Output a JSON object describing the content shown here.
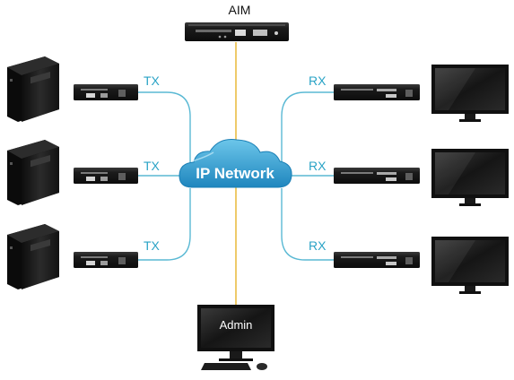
{
  "diagram": {
    "aim_label": "AIM",
    "network_label": "IP Network",
    "admin_label": "Admin",
    "transmitters": [
      {
        "label": "TX"
      },
      {
        "label": "TX"
      },
      {
        "label": "TX"
      }
    ],
    "receivers": [
      {
        "label": "RX"
      },
      {
        "label": "RX"
      },
      {
        "label": "RX"
      }
    ],
    "colors": {
      "tx_rx_link": "#5ab9d4",
      "management_link": "#e7b32a",
      "cloud": "#2f9fd0",
      "device_body": "#1b1b1b",
      "monitor_screen": "#222222"
    },
    "icons": {
      "source": "pc-tower-icon",
      "extender": "kvm-extender-icon",
      "display": "monitor-icon",
      "network": "cloud-icon",
      "manager": "aim-server-icon",
      "admin": "admin-workstation-icon"
    }
  }
}
